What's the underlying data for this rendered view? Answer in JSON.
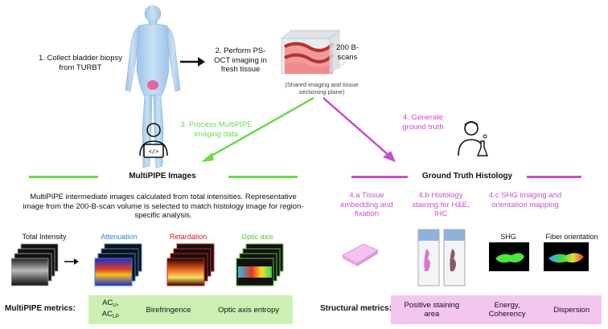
{
  "steps": {
    "step1": "1. Collect bladder biopsy from TURBT",
    "step2": "2. Perform PS-OCT imaging in fresh tissue",
    "bscans": "200 B-scans",
    "plane_note": "(Shared imaging and tissue sectioning plane)",
    "step3": "3. Process MultiPIPE imaging data",
    "step4": "4. Generate ground truth"
  },
  "left": {
    "title": "MultiPIPE Images",
    "description": "MultiPIPE intermediate images calculated from total intensities. Representative image from the 200-B-scan volume is selected to match histology image for region-specific analysis.",
    "images": {
      "total_intensity": "Total Intensity",
      "attenuation": "Attenuation",
      "retardation": "Retardation",
      "optic_axis": "Optic axis"
    },
    "metrics_label": "MultiPIPE metrics:",
    "metrics": {
      "ac_base_1": "AC",
      "ac_sub_1": "U",
      "ac_sep": ",",
      "ac_base_2": "AC",
      "ac_sub_2": "LP",
      "birefringence": "Birefringence",
      "entropy": "Optic axis entropy"
    }
  },
  "right": {
    "title": "Ground Truth Histology",
    "step4a": "4.a Tissue embedding and fixation",
    "step4b": "4.b Histology staining for H&E, IHC",
    "step4c": "4.c SHG imaging and orientation mapping",
    "shg": "SHG",
    "fiber": "Fiber orientation",
    "metrics_label": "Structural metrics:",
    "metrics": {
      "positive": "Positive staining area",
      "energy": "Energy, Coherency",
      "dispersion": "Dispersion"
    }
  },
  "colors": {
    "green": "#6fd94a",
    "pink": "#c94fce",
    "green_box": "#ccf0b4",
    "pink_box": "#f3c6f0",
    "attenuation": "#3a7fd6",
    "retardation": "#cc2020",
    "optic_axis": "#5fbf3a"
  }
}
